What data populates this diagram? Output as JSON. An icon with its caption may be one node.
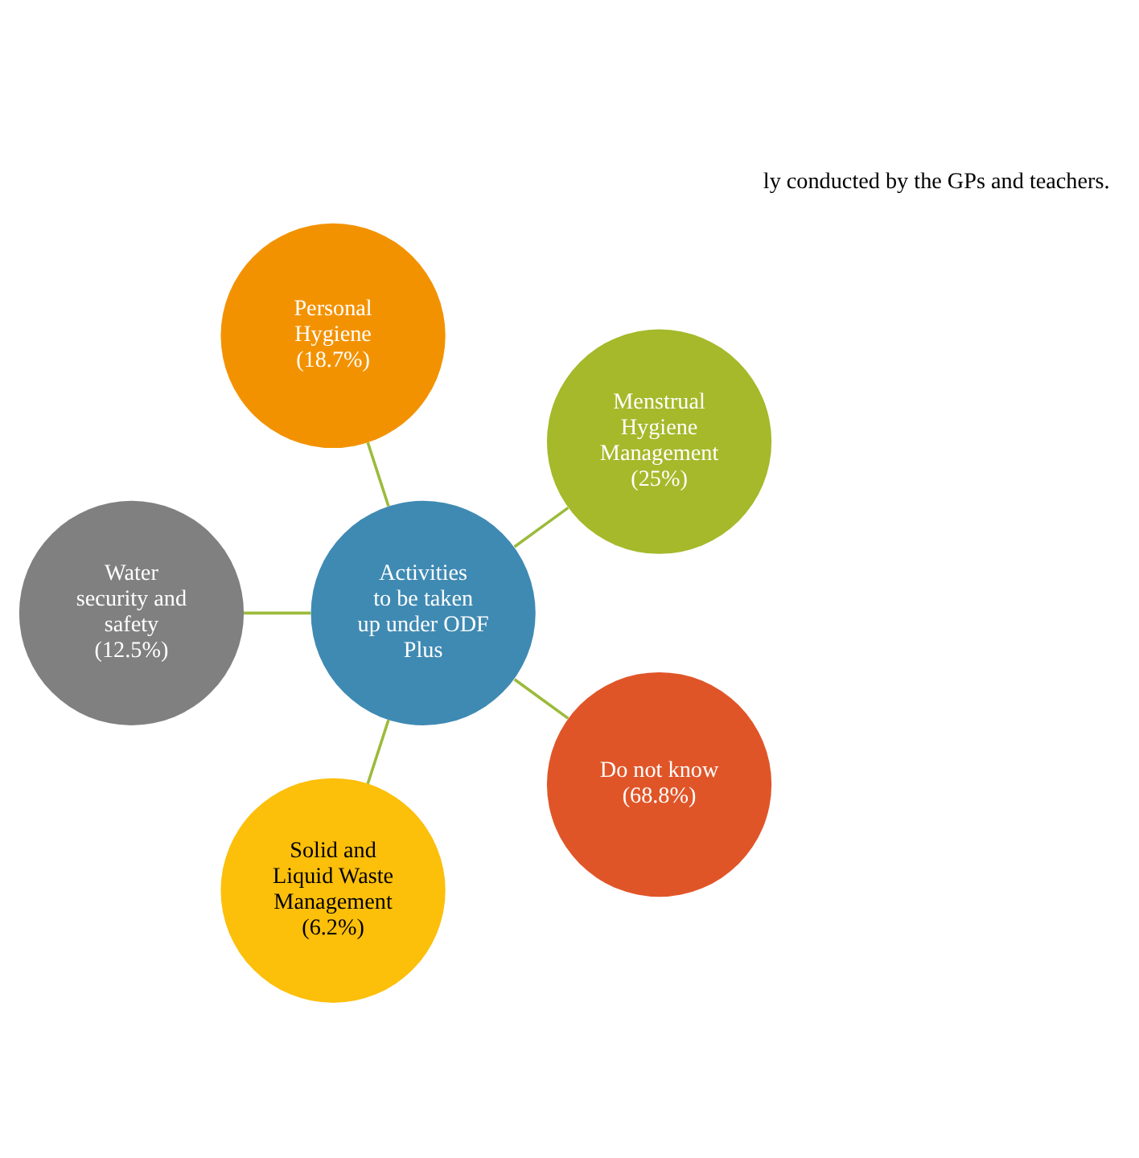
{
  "diagram": {
    "nodes": [
      {
        "text": [
          "Activities to be taken up under ODF Plus"
        ]
      },
      {
        "text": [
          "Menstrual Hygiene Management (25%)"
        ]
      },
      {
        "text": [
          "Personal Hygiene (18.7%)"
        ]
      },
      {
        "text": [
          "Water security and safety (12.5%)"
        ]
      },
      {
        "text": [
          "Solid and Liquid Waste Management (6.2%)"
        ]
      },
      {
        "text": [
          "Do not know (68.8%)"
        ]
      }
    ],
    "edges": [
      {
        "from": 0,
        "to": 1,
        "arrow": "none"
      },
      {
        "from": 0,
        "to": 2,
        "arrow": "none"
      },
      {
        "from": 0,
        "to": 3,
        "arrow": "none"
      },
      {
        "from": 0,
        "to": 4,
        "arrow": "none"
      },
      {
        "from": 0,
        "to": 5,
        "arrow": "none"
      }
    ],
    "labels": [
      "ly conducted by the GPs and teachers."
    ]
  }
}
